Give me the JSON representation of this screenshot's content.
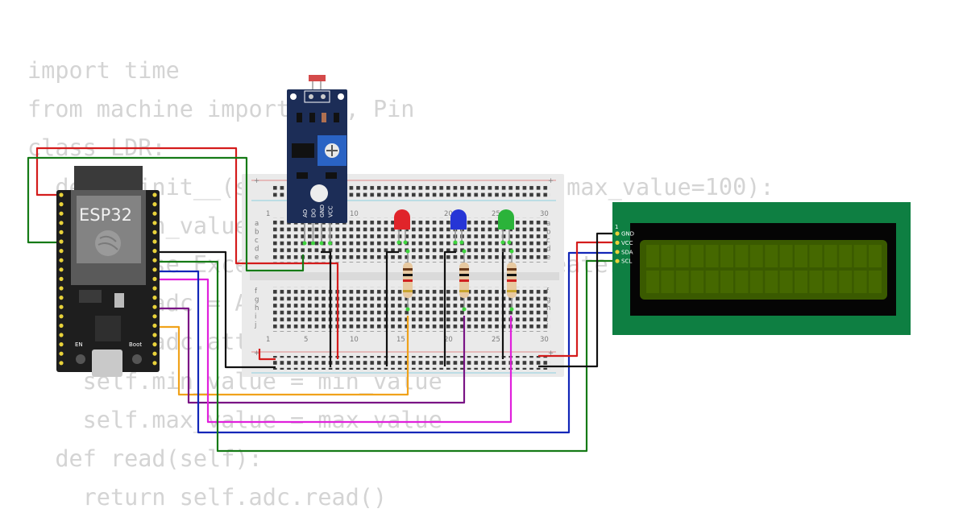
{
  "code_lines": [
    "import time",
    "from machine import ADC, Pin",
    "class LDR:",
    "  def __init__(self, pin, min_value=0, max_value=100):",
    "    if min_value >= max_value:",
    "      raise Exception('Min value is greater or equal to max",
    "    self.adc = ADC(Pin(pin))",
    "    self.adc.atten(ADC.ATTN_11DB)",
    "    self.min_value = min_value",
    "    self.max_value = max_value",
    "  def read(self):",
    "    return self.adc.read()"
  ],
  "esp32": {
    "label": "ESP32",
    "boot_label": "Boot",
    "en_label": "EN"
  },
  "breadboard": {
    "column_numbers": [
      "1",
      "5",
      "10",
      "15",
      "20",
      "25",
      "30"
    ],
    "row_letters_top": [
      "a",
      "b",
      "c",
      "d",
      "e"
    ],
    "row_letters_bottom": [
      "f",
      "g",
      "h",
      "i",
      "j"
    ]
  },
  "ldr_module": {
    "pin_labels": [
      "AO",
      "DO",
      "GND",
      "VCC"
    ]
  },
  "lcd": {
    "pin_labels": [
      "GND",
      "VCC",
      "SDA",
      "SCL"
    ],
    "pin_one": "1"
  },
  "leds": [
    {
      "color": "red",
      "hex": "#e0242a"
    },
    {
      "color": "blue",
      "hex": "#2635d6"
    },
    {
      "color": "green",
      "hex": "#2bb33a"
    }
  ],
  "wire_colors": {
    "red": "#d41c1c",
    "black": "#111111",
    "green": "#157a16",
    "blue": "#1226b8",
    "orange": "#f0a21a",
    "purple": "#7a1485",
    "magenta": "#e020dc"
  }
}
